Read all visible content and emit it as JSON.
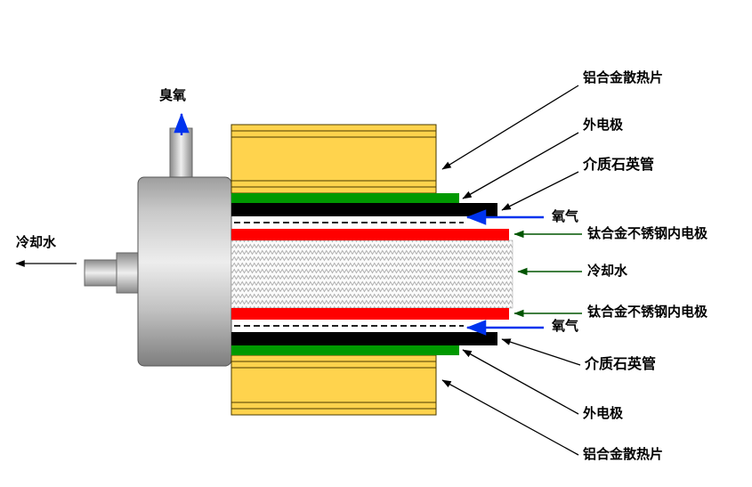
{
  "diagram": {
    "type": "ozone-generator-cross-section",
    "left_labels": {
      "ozone": "臭氧",
      "cooling_water": "冷却水"
    },
    "right_labels": [
      {
        "text": "铝合金散热片"
      },
      {
        "text": "外电极"
      },
      {
        "text": "介质石英管"
      },
      {
        "text": "氧气"
      },
      {
        "text": "钛合金不锈钢内电极"
      },
      {
        "text": "冷却水"
      },
      {
        "text": "钛合金不锈钢内电极"
      },
      {
        "text": "氧气"
      },
      {
        "text": "介质石英管"
      },
      {
        "text": "外电极"
      },
      {
        "text": "铝合金散热片"
      }
    ],
    "colors": {
      "heatsink_fill": "#FFD34D",
      "heatsink_stroke": "#4a3b00",
      "outer_electrode": "#009900",
      "quartz_tube": "#000000",
      "inner_electrode": "#FF0000",
      "flow_arrow_blue": "#0033EE",
      "leader_black": "#000000",
      "callout_green": "#005500"
    }
  }
}
